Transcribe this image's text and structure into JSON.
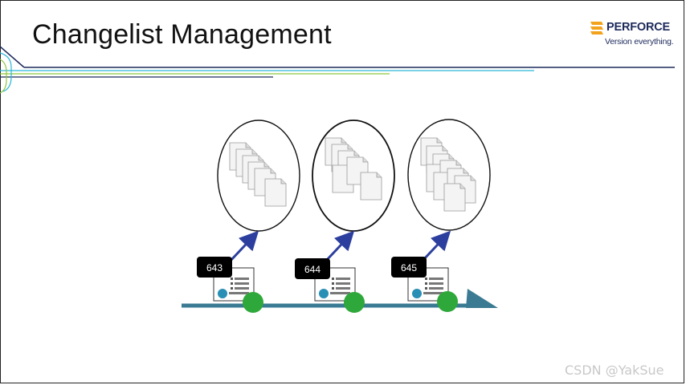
{
  "slide": {
    "title": "Changelist Management",
    "brand": {
      "name": "PERFORCE",
      "tagline": "Version everything."
    },
    "watermark": "CSDN @YakSue"
  },
  "changelists": [
    {
      "number": "643"
    },
    {
      "number": "644"
    },
    {
      "number": "645"
    }
  ],
  "colors": {
    "timeline": "#3a7a93",
    "arrow": "#2c3f9e",
    "node": "#2ea83a",
    "badge": "#000000",
    "brand": "#1d2a5c",
    "brand_logo": "#f2a21b",
    "accent_green": "#8cc63f",
    "accent_cyan": "#29b6d6"
  }
}
